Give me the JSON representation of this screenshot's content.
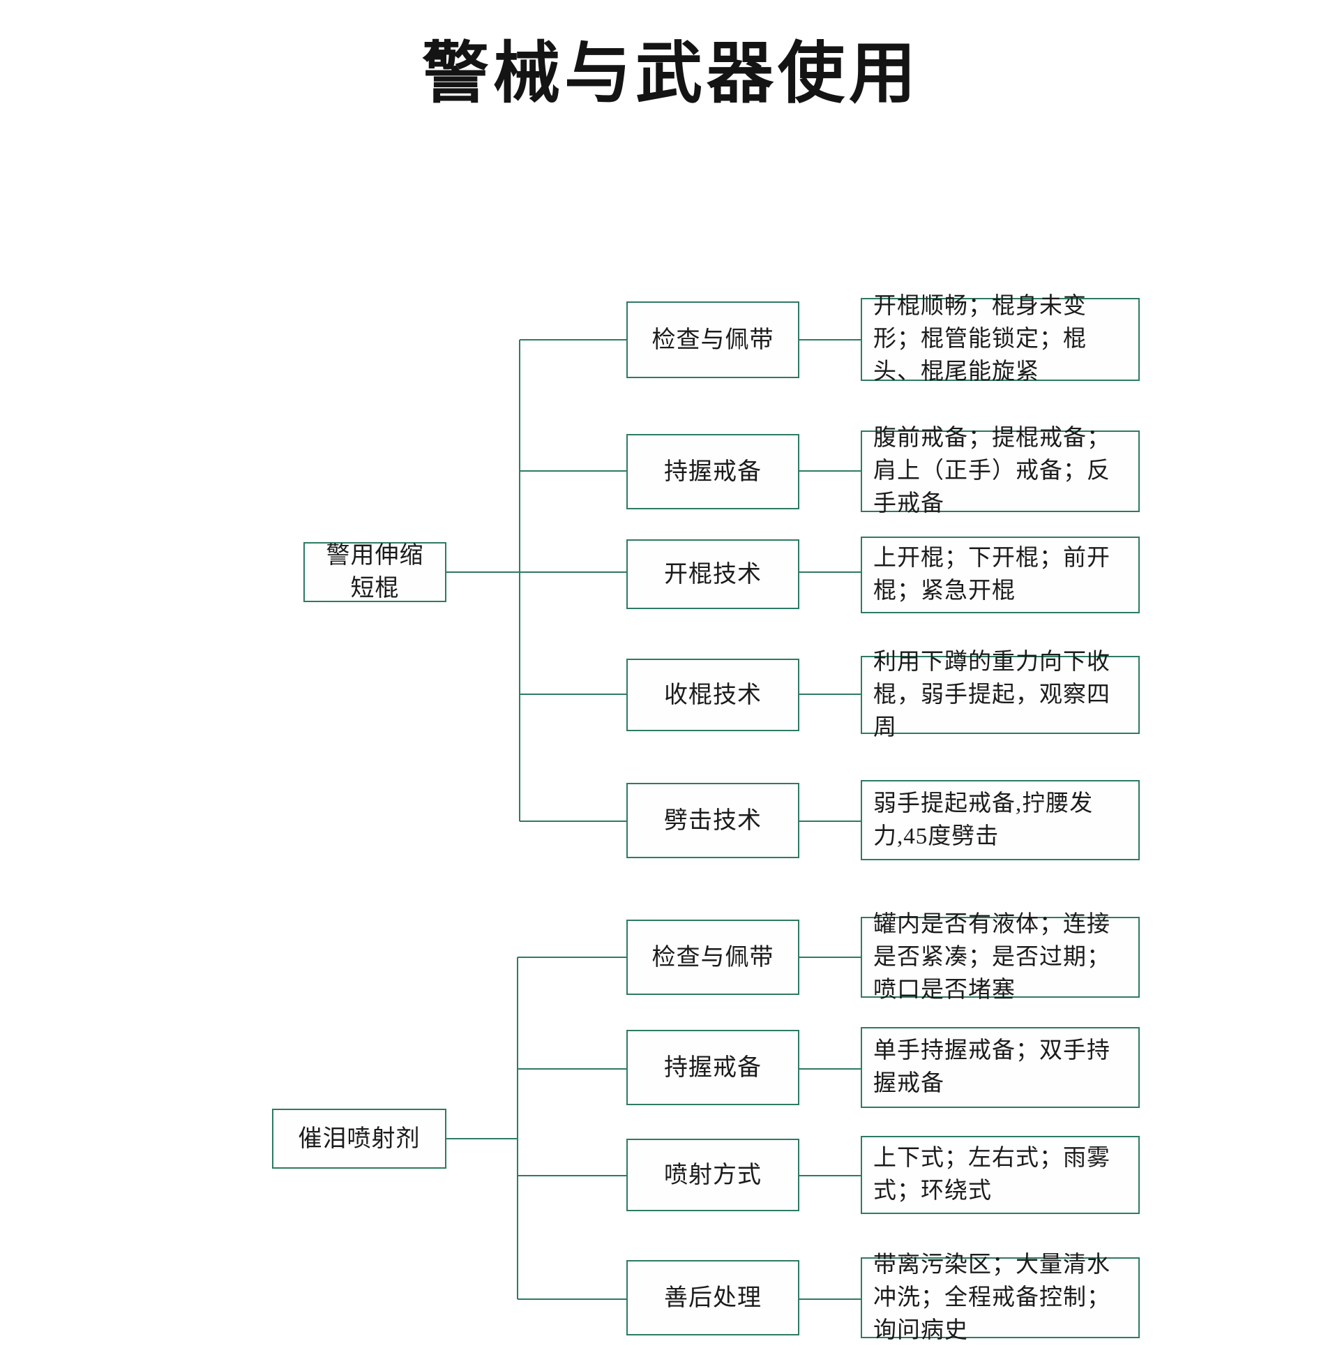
{
  "document": {
    "title": "警械与武器使用",
    "type": "tree-diagram",
    "accent_color": "#2d7a63",
    "text_color": "#1b1b1b",
    "background_color": "#ffffff"
  },
  "branches": [
    {
      "root": "警用伸缩短棍",
      "children": [
        {
          "label": "检查与佩带",
          "detail": "开棍顺畅；棍身未变形；棍管能锁定；棍头、棍尾能旋紧"
        },
        {
          "label": "持握戒备",
          "detail": "腹前戒备；提棍戒备；肩上（正手）戒备；反手戒备"
        },
        {
          "label": "开棍技术",
          "detail": "上开棍；下开棍；前开棍；紧急开棍"
        },
        {
          "label": "收棍技术",
          "detail": "利用下蹲的重力向下收棍，弱手提起，观察四周"
        },
        {
          "label": "劈击技术",
          "detail": "弱手提起戒备,拧腰发力,45度劈击"
        }
      ]
    },
    {
      "root": "催泪喷射剂",
      "children": [
        {
          "label": "检查与佩带",
          "detail": "罐内是否有液体；连接是否紧凑；是否过期；喷口是否堵塞"
        },
        {
          "label": "持握戒备",
          "detail": "单手持握戒备；双手持握戒备"
        },
        {
          "label": "喷射方式",
          "detail": "上下式；左右式；雨雾式；环绕式"
        },
        {
          "label": "善后处理",
          "detail": "带离污染区；大量清水冲洗；全程戒备控制；询问病史"
        }
      ]
    }
  ]
}
